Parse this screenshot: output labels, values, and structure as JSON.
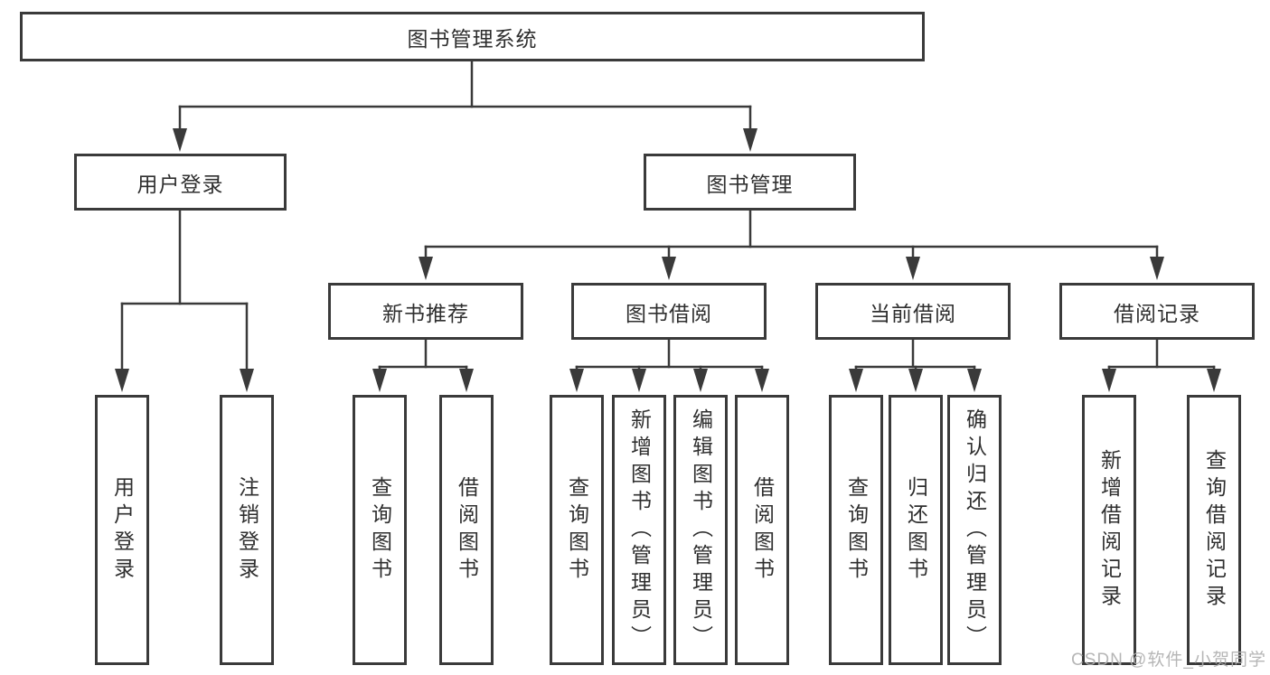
{
  "watermark": "CSDN @软件_小贺同学",
  "colors": {
    "line": "#3a3a3a",
    "text": "#2f2f2f",
    "watermark": "#b0b0b0",
    "background": "#ffffff"
  },
  "tree": {
    "label": "图书管理系统",
    "children": [
      {
        "label": "用户登录",
        "children": [
          {
            "label": "用户登录"
          },
          {
            "label": "注销登录"
          }
        ]
      },
      {
        "label": "图书管理",
        "children": [
          {
            "label": "新书推荐",
            "children": [
              {
                "label": "查询图书"
              },
              {
                "label": "借阅图书"
              }
            ]
          },
          {
            "label": "图书借阅",
            "children": [
              {
                "label": "查询图书"
              },
              {
                "label": "新增图书（管理员）"
              },
              {
                "label": "编辑图书（管理员）"
              },
              {
                "label": "借阅图书"
              }
            ]
          },
          {
            "label": "当前借阅",
            "children": [
              {
                "label": "查询图书"
              },
              {
                "label": "归还图书"
              },
              {
                "label": "确认归还（管理员）"
              }
            ]
          },
          {
            "label": "借阅记录",
            "children": [
              {
                "label": "新增借阅记录"
              },
              {
                "label": "查询借阅记录"
              }
            ]
          }
        ]
      }
    ]
  }
}
